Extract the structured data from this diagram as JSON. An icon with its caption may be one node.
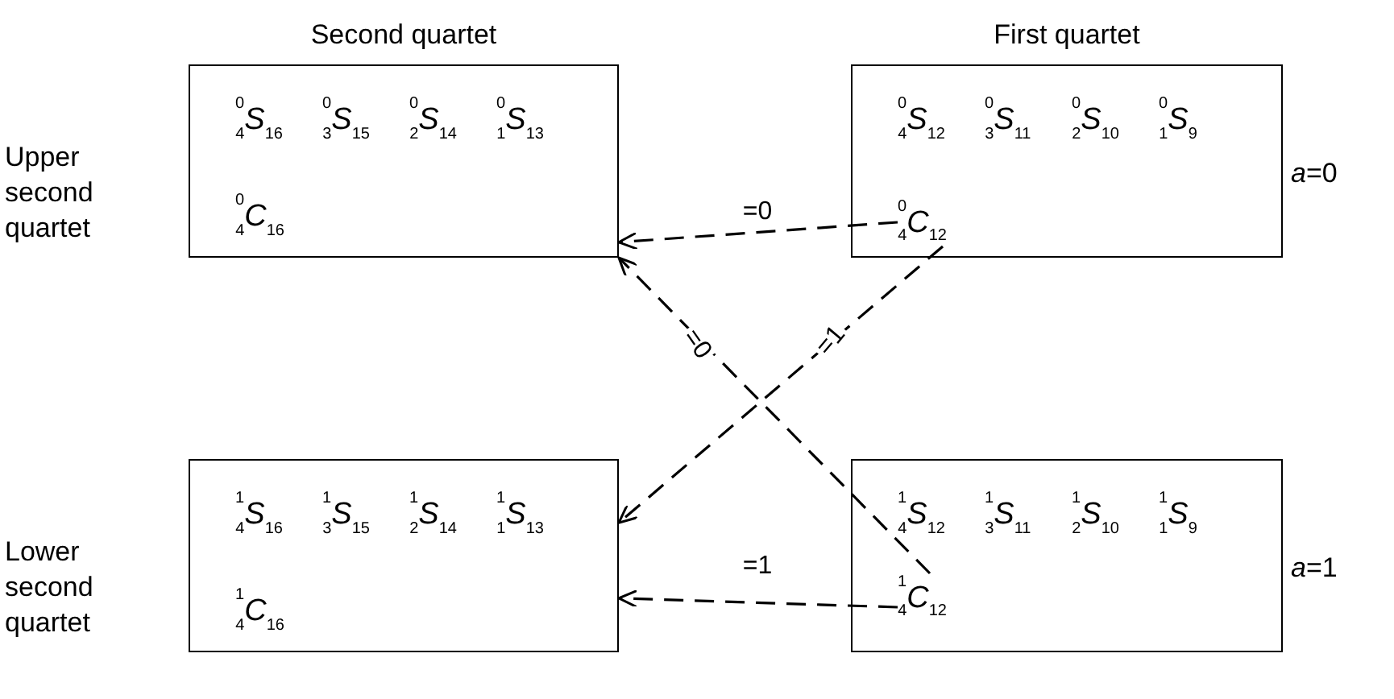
{
  "diagram": {
    "nodes": [
      {
        "text": [
          "Second quartet",
          "$^{0}$$_{4}$*S*$_{16}$",
          "$^{0}$$_{3}$*S*$_{15}$",
          "$^{0}$$_{2}$*S*$_{14}$",
          "$^{0}$$_{1}$*S*$_{13}$",
          "$^{0}$$_{4}$*C*$_{16}$"
        ],
        "beside": [
          "Upper second quartet"
        ]
      },
      {
        "text": [
          "First quartet",
          "$^{0}$$_{4}$*S*$_{12}$",
          "$^{0}$$_{3}$*S*$_{11}$",
          "$^{0}$$_{2}$*S*$_{10}$",
          "$^{0}$$_{1}$*S*$_{9}$"
        ],
        "beside": [
          "*a*=0"
        ]
      },
      {
        "text": [
          "$^{0}$$_{4}$*C*$_{12}$"
        ],
        "in": 1
      },
      {
        "text": [
          "$^{1}$$_{4}$*S*$_{16}$",
          "$^{1}$$_{3}$*S*$_{15}$",
          "$^{1}$$_{2}$*S*$_{14}$",
          "$^{1}$$_{1}$*S*$_{13}$",
          "$^{1}$$_{4}$*C*$_{16}$"
        ],
        "beside": [
          "Lower second quartet"
        ]
      },
      {
        "text": [
          "$^{1}$$_{4}$*S*$_{12}$",
          "$^{1}$$_{3}$*S*$_{11}$",
          "$^{1}$$_{2}$*S*$_{10}$",
          "$^{1}$$_{1}$*S*$_{9}$"
        ],
        "beside": [
          "*a*=1"
        ]
      },
      {
        "text": [
          "$^{1}$$_{4}$*C*$_{12}$"
        ],
        "in": 4
      }
    ],
    "edges": [
      {
        "from": 2,
        "to": 0,
        "arrow": "to",
        "label": "=0",
        "style": "dashed"
      },
      {
        "from": 2,
        "to": 3,
        "arrow": "to",
        "label": "=1",
        "style": "dashed"
      },
      {
        "from": 5,
        "to": 0,
        "arrow": "to",
        "label": "=0",
        "style": "dashed"
      },
      {
        "from": 5,
        "to": 3,
        "arrow": "to",
        "label": "=1",
        "style": "dashed"
      }
    ]
  }
}
